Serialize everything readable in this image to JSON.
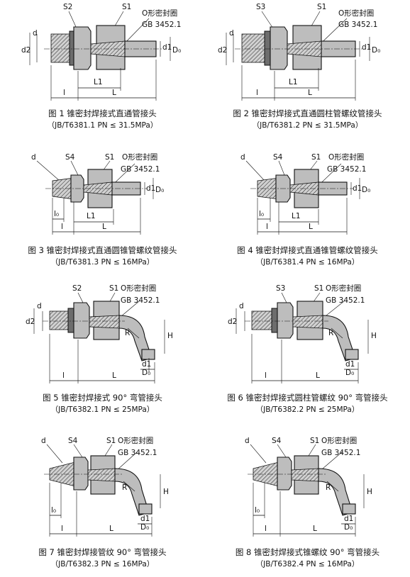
{
  "figures": [
    {
      "id": "fig1",
      "labels": [
        "S2",
        "S1",
        "O形密封圈",
        "GB 3452.1",
        "d2",
        "d",
        "d1",
        "D₀",
        "L1",
        "L",
        "l"
      ],
      "caption": "图 1  锥密封焊接式直通管接头",
      "sub": "（JB/T6381.1  PN ≤ 31.5MPa）"
    },
    {
      "id": "fig2",
      "labels": [
        "S3",
        "S1",
        "O形密封圈",
        "GB 3452.1",
        "d2",
        "d",
        "d1",
        "D₀",
        "L1",
        "L",
        "l"
      ],
      "caption": "图 2  锥密封焊接式直通圆柱管螺纹管接头",
      "sub": "（JB/T6381.2  PN ≤ 31.5MPa）"
    },
    {
      "id": "fig3",
      "labels": [
        "d",
        "S4",
        "S1",
        "O形密封圈",
        "GB 3452.1",
        "d1",
        "D₀",
        "l₀",
        "L1",
        "L",
        "l"
      ],
      "caption": "图 3  锥密封焊接式直通圆锥管螺纹管接头",
      "sub": "（JB/T6381.3  PN ≤ 16MPa）"
    },
    {
      "id": "fig4",
      "labels": [
        "d",
        "S4",
        "S1",
        "O形密封圈",
        "GB 3452.1",
        "d1",
        "D₀",
        "l₀",
        "L1",
        "L",
        "l"
      ],
      "caption": "图 4  锥密封焊接式直通锥管螺纹管接头",
      "sub": "（JB/T6381.4  PN ≤ 16MPa）"
    },
    {
      "id": "fig5",
      "labels": [
        "S2",
        "S1",
        "O形密封圈",
        "GB 3452.1",
        "d2",
        "d",
        "R",
        "H",
        "d1",
        "D₀",
        "L",
        "l"
      ],
      "caption": "图 5  锥密封焊接式 90°  弯管接头",
      "sub": "（JB/T6382.1  PN ≤ 25MPa）"
    },
    {
      "id": "fig6",
      "labels": [
        "S3",
        "S1",
        "O形密封圈",
        "GB 3452.1",
        "d2",
        "d",
        "R",
        "H",
        "d1",
        "D₀",
        "L",
        "l"
      ],
      "caption": "图 6  锥密封焊接式圆柱管螺纹 90°  弯管接头",
      "sub": "（JB/T6382.2  PN ≤ 25MPa）"
    },
    {
      "id": "fig7",
      "labels": [
        "d",
        "S4",
        "S1",
        "O形密封圈",
        "GB 3452.1",
        "R",
        "H",
        "l₀",
        "d1",
        "D₀",
        "L",
        "l"
      ],
      "caption": "图 7  锥密封焊接管纹 90°  弯管接头",
      "sub": "（JB/T6382.3  PN ≤ 16MPa）"
    },
    {
      "id": "fig8",
      "labels": [
        "d",
        "S4",
        "S1",
        "O形密封圈",
        "GB 3452.1",
        "R",
        "H",
        "l₀",
        "d1",
        "D₀",
        "L",
        "l"
      ],
      "caption": "图 8  锥密封焊接式锥螺纹 90°  弯管接头",
      "sub": "（JB/T6382.4  PN ≤ 16MPa）"
    }
  ]
}
